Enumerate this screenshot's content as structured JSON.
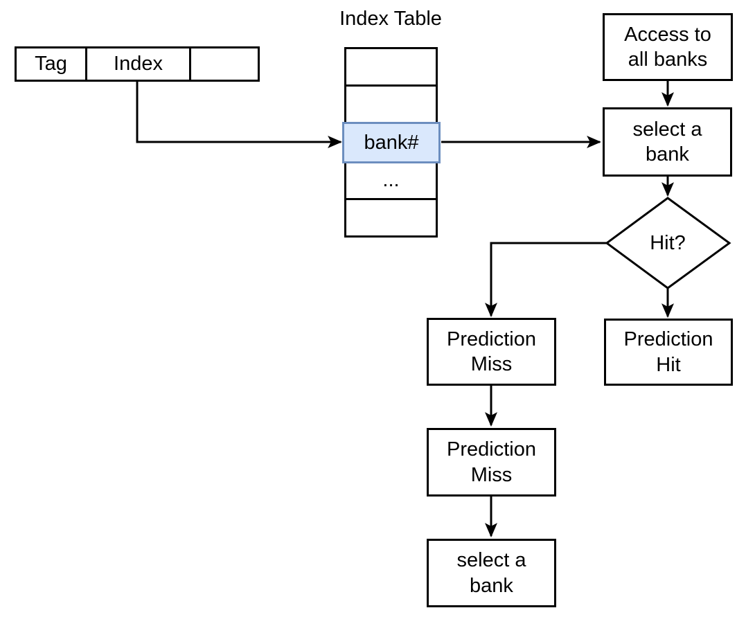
{
  "address_box": {
    "cells": [
      "Tag",
      "Index",
      ""
    ]
  },
  "index_table": {
    "title": "Index Table",
    "rows": [
      "",
      "",
      "bank#",
      "...",
      ""
    ],
    "highlighted_row_index": 2
  },
  "nodes": {
    "access_all_banks": {
      "label": "Access to\nall banks"
    },
    "select_bank_top": {
      "label": "select a\nbank"
    },
    "hit_decision": {
      "label": "Hit?"
    },
    "prediction_miss_1": {
      "label": "Prediction\nMiss"
    },
    "prediction_hit": {
      "label": "Prediction\nHit"
    },
    "prediction_miss_2": {
      "label": "Prediction\nMiss"
    },
    "select_bank_bottom": {
      "label": "select a\nbank"
    }
  },
  "colors": {
    "line": "#000000",
    "box_fill": "#ffffff",
    "highlight_fill": "#dae8fc",
    "highlight_stroke": "#6c8ebf",
    "background": "#ffffff"
  }
}
